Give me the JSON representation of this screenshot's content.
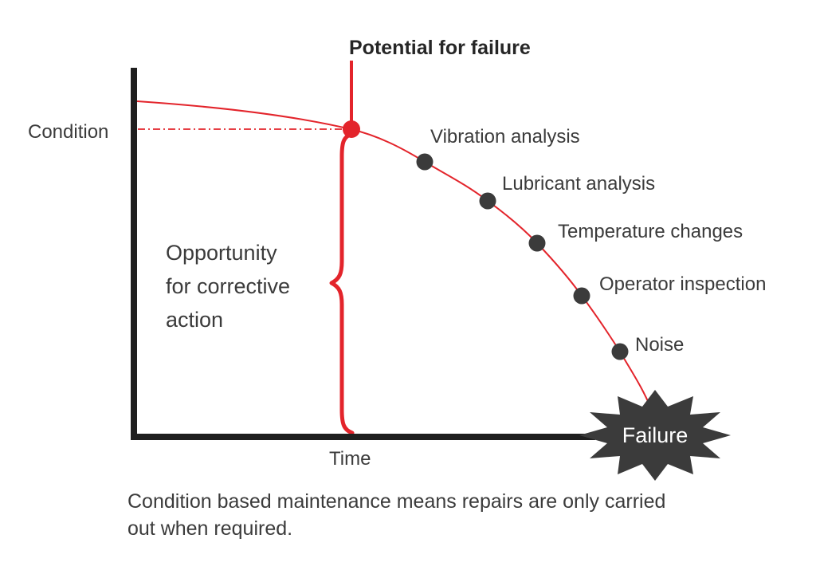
{
  "colors": {
    "red": "#e3242b",
    "dark": "#3b3b3b",
    "axis": "#1f1f1f"
  },
  "labels": {
    "potential_for_failure": "Potential for failure",
    "condition_axis": "Condition",
    "time_axis": "Time",
    "failure": "Failure",
    "opportunity": "Opportunity for corrective action",
    "opportunity_lines": [
      "Opportunity",
      "for corrective",
      "action"
    ],
    "caption": "Condition based maintenance means repairs are only carried out when required.",
    "caption_lines": [
      "Condition based maintenance means repairs are only carried",
      "out when required."
    ]
  },
  "curve_points": [
    {
      "label": "Vibration analysis"
    },
    {
      "label": "Lubricant analysis"
    },
    {
      "label": "Temperature changes"
    },
    {
      "label": "Operator inspection"
    },
    {
      "label": "Noise"
    }
  ]
}
